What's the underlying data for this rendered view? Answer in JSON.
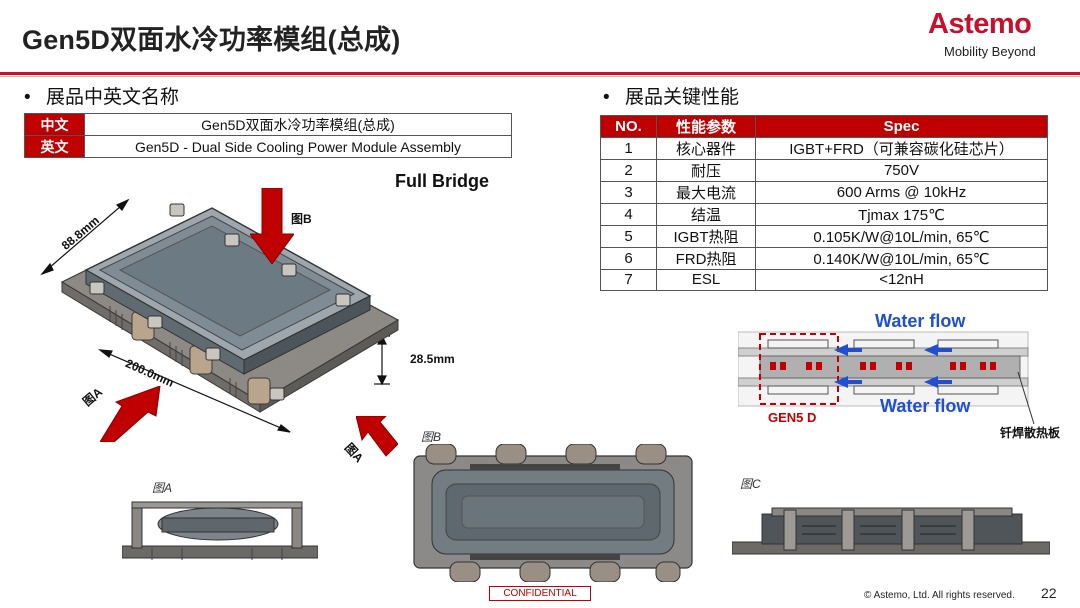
{
  "header": {
    "title": "Gen5D双面水冷功率模组(总成)",
    "logo_word": "Astemo",
    "logo_tagline": "Mobility Beyond"
  },
  "left_section": {
    "bullet": "•",
    "heading": "展品中英文名称",
    "rows": [
      {
        "label": "中文",
        "value": "Gen5D双面水冷功率模组(总成)"
      },
      {
        "label": "英文",
        "value": "Gen5D - Dual Side Cooling Power Module Assembly"
      }
    ],
    "full_bridge": "Full Bridge"
  },
  "right_section": {
    "bullet": "•",
    "heading": "展品关键性能",
    "columns": [
      "NO.",
      "性能参数",
      "Spec"
    ],
    "rows": [
      {
        "no": "1",
        "param": "核心器件",
        "spec": "IGBT+FRD（可兼容碳化硅芯片）"
      },
      {
        "no": "2",
        "param": "耐压",
        "spec": "750V"
      },
      {
        "no": "3",
        "param": "最大电流",
        "spec": "600 Arms @ 10kHz"
      },
      {
        "no": "4",
        "param": "结温",
        "spec": "Tjmax 175℃"
      },
      {
        "no": "5",
        "param": "IGBT热阻",
        "spec": "0.105K/W@10L/min, 65℃"
      },
      {
        "no": "6",
        "param": "FRD热阻",
        "spec": "0.140K/W@10L/min, 65℃"
      },
      {
        "no": "7",
        "param": "ESL",
        "spec": "<12nH"
      }
    ]
  },
  "module_drawing": {
    "dim_width": "88.8mm",
    "dim_length": "200.0mm",
    "dim_height": "28.5mm",
    "arrow_b_label": "图B",
    "arrow_a_label_1": "图A",
    "arrow_a_label_2": "图A"
  },
  "water_diagram": {
    "flow_top": "Water flow",
    "flow_bottom": "Water flow",
    "gen5_label": "GEN5 D",
    "heatsink_label": "钎焊散热板"
  },
  "views": {
    "fig_a": "图A",
    "fig_b": "图B",
    "fig_c": "图C"
  },
  "footer": {
    "confidential": "CONFIDENTIAL",
    "copyright": "© Astemo, Ltd. All rights reserved.",
    "page_number": "22"
  },
  "colors": {
    "brand_red": "#c8102e",
    "table_header_red": "#c00000",
    "water_blue": "#1e4fd6"
  }
}
